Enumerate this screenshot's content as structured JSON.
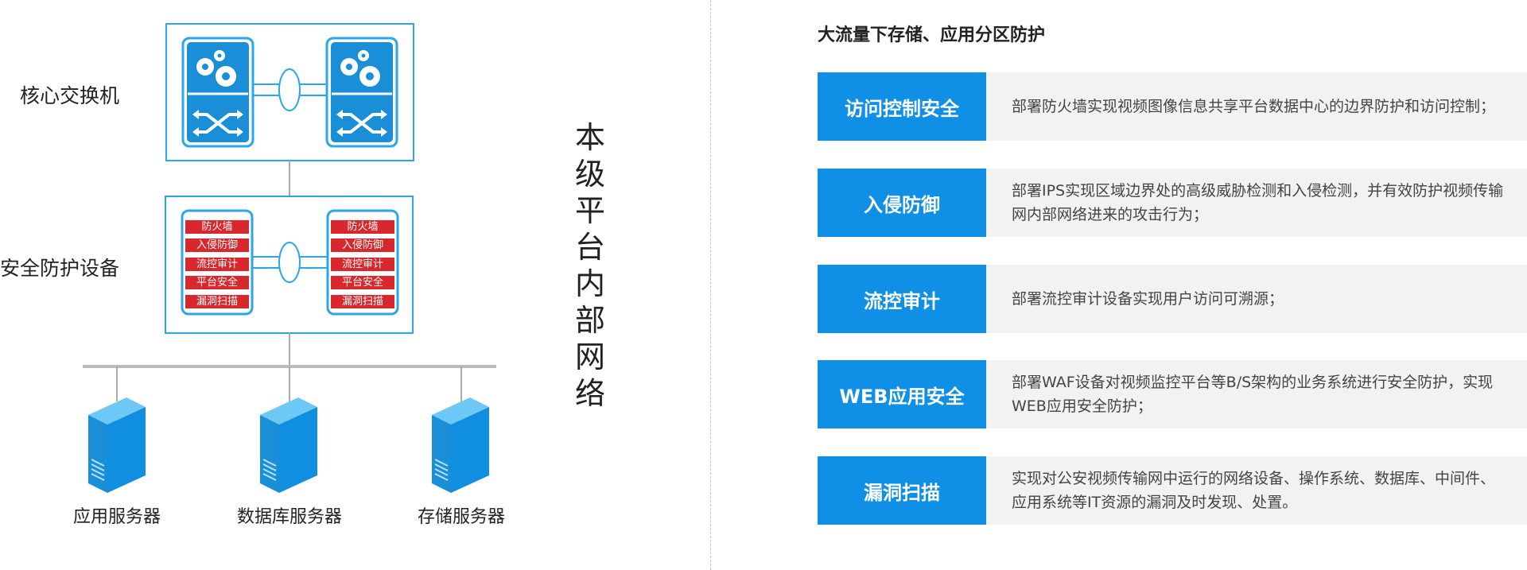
{
  "diagram": {
    "core_switch_label": "核心交换机",
    "security_device_label": "安全防护设备",
    "security_modules": [
      "防火墙",
      "入侵防御",
      "流控审计",
      "平台安全",
      "漏洞扫描"
    ],
    "servers": [
      {
        "label": "应用服务器"
      },
      {
        "label": "数据库服务器"
      },
      {
        "label": "存储服务器"
      }
    ],
    "vertical_title": "本级平台内部网络"
  },
  "panel": {
    "title": "大流量下存储、应用分区防护",
    "features": [
      {
        "name": "访问控制安全",
        "desc": "部署防火墙实现视频图像信息共享平台数据中心的边界防护和访问控制；"
      },
      {
        "name": "入侵防御",
        "desc": "部署IPS实现区域边界处的高级威胁检测和入侵检测，并有效防护视频传输网内部网络进来的攻击行为；"
      },
      {
        "name": "流控审计",
        "desc": "部署流控审计设备实现用户访问可溯源；"
      },
      {
        "name": "WEB应用安全",
        "desc": "部署WAF设备对视频监控平台等B/S架构的业务系统进行安全防护，实现WEB应用安全防护；"
      },
      {
        "name": "漏洞扫描",
        "desc": "实现对公安视频传输网中运行的网络设备、操作系统、数据库、中间件、应用系统等IT资源的漏洞及时发现、处置。"
      }
    ]
  },
  "colors": {
    "accent_blue": "#0f8fe6",
    "frame_blue": "#29a7e8",
    "module_red": "#d8282e",
    "row_bg": "#f2f2f2"
  }
}
